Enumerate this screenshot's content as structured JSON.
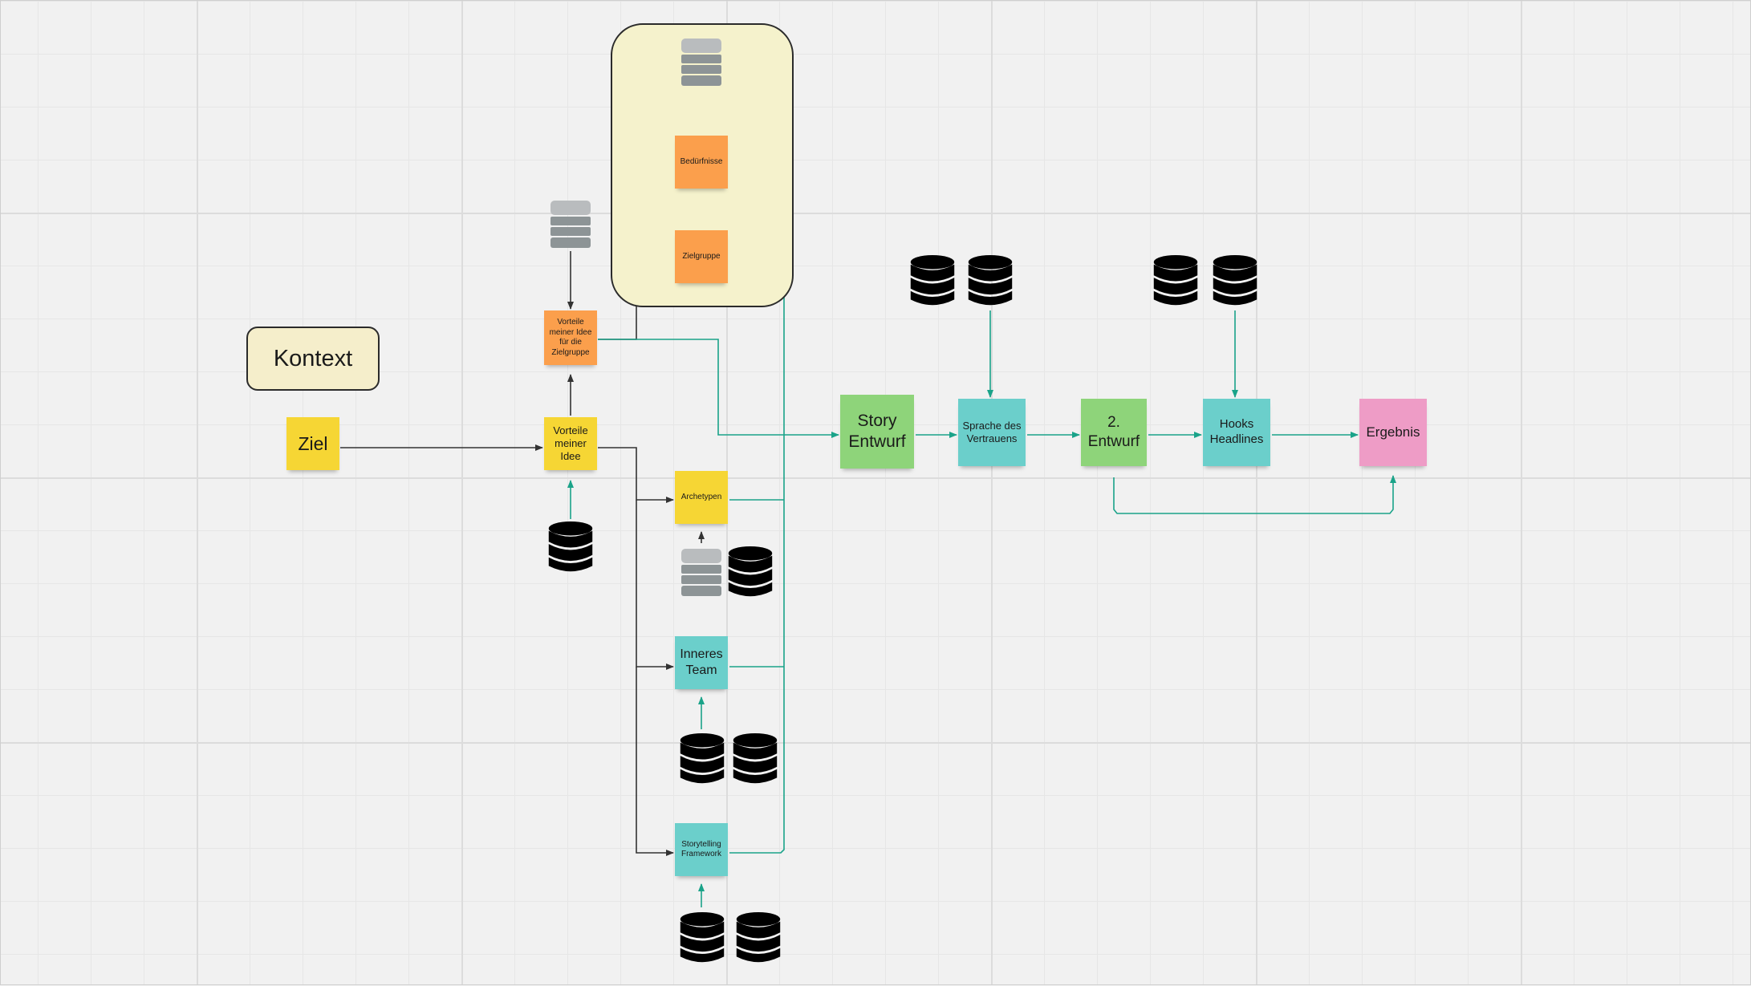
{
  "context_label": "Kontext",
  "nodes": {
    "ziel": "Ziel",
    "vorteile_idee": "Vorteile meiner Idee",
    "vorteile_zielgruppe": "Vorteile meiner Idee für die Zielgruppe",
    "beduerfnisse": "Bedürfnisse",
    "zielgruppe": "Zielgruppe",
    "archetypen": "Archetypen",
    "inneres_team": "Inneres Team",
    "storytelling": "Storytelling Framework",
    "story_entwurf": "Story Entwurf",
    "sprache": "Sprache des Vertrauens",
    "entwurf2": "2. Entwurf",
    "hooks": "Hooks Headlines",
    "ergebnis": "Ergebnis"
  },
  "colors": {
    "sticky_yellow": "#f6d634",
    "sticky_orange": "#fb9f4c",
    "sticky_teal": "#6bcfcb",
    "sticky_green": "#8ed47a",
    "sticky_pink": "#ee9cc6",
    "connector_dark": "#333333",
    "connector_teal": "#1aa389",
    "frame_fill": "#f5f2cc"
  },
  "icons": [
    "database-icon",
    "database-stack-grey-icon"
  ]
}
